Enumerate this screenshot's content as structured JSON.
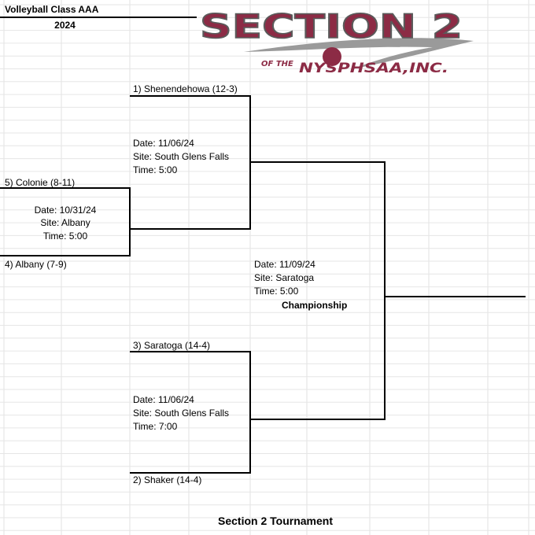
{
  "header": {
    "title": "Volleyball  Class AAA",
    "year": "2024"
  },
  "logo": {
    "main": "SECTION 2",
    "prefix": "OF THE",
    "org": "NYSPHSAA,INC.",
    "main_color": "#8c2b45",
    "swoosh_color": "#9a9a9a"
  },
  "bracket": {
    "first_round": {
      "team_top": "5) Colonie (8-11)",
      "team_bottom": "4) Albany (7-9)",
      "date": "Date: 10/31/24",
      "site": "Site: Albany",
      "time": "Time: 5:00"
    },
    "semifinal_1": {
      "team_top": "1) Shenendehowa (12-3)",
      "date": "Date: 11/06/24",
      "site": "Site: South Glens Falls",
      "time": "Time: 5:00"
    },
    "semifinal_2": {
      "team_top": "3) Saratoga (14-4)",
      "team_bottom": "2) Shaker (14-4)",
      "date": "Date: 11/06/24",
      "site": "Site: South Glens Falls",
      "time": "Time: 7:00"
    },
    "final": {
      "date": "Date: 11/09/24",
      "site": "Site: Saratoga",
      "time": "Time: 5:00",
      "label": "Championship"
    }
  },
  "footer": {
    "title": "Section 2 Tournament"
  }
}
